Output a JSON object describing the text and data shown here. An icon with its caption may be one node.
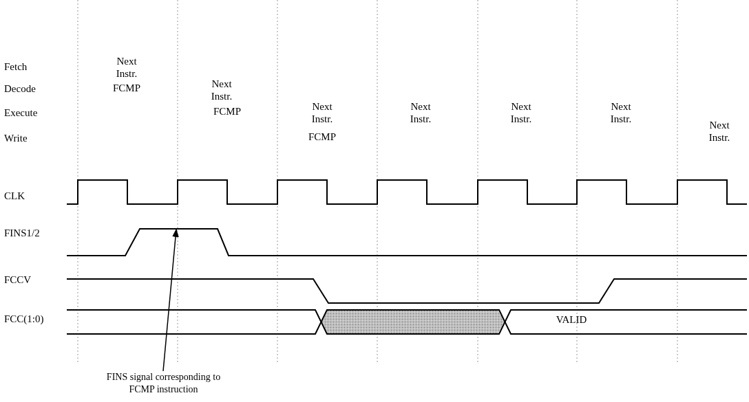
{
  "diagram": {
    "nodes": [
      {
        "text": [
          "FINS signal corresponding to FCMP instruction"
        ]
      },
      {
        "text": [],
        "shape": "line"
      }
    ],
    "edges": [
      {
        "from": 0,
        "to": 1,
        "arrow": "to"
      }
    ],
    "labels": [
      "Fetch",
      "Next Instr.",
      "Decode",
      "FCMP",
      "Next Instr.",
      "Execute",
      "FCMP",
      "Next Instr.",
      "Next Instr.",
      "Next Instr.",
      "Next Instr.",
      "Write",
      "FCMP",
      "Next Instr.",
      "CLK",
      "FINS1/2",
      "FCCV",
      "FCC(1:0)",
      "VALID"
    ]
  }
}
